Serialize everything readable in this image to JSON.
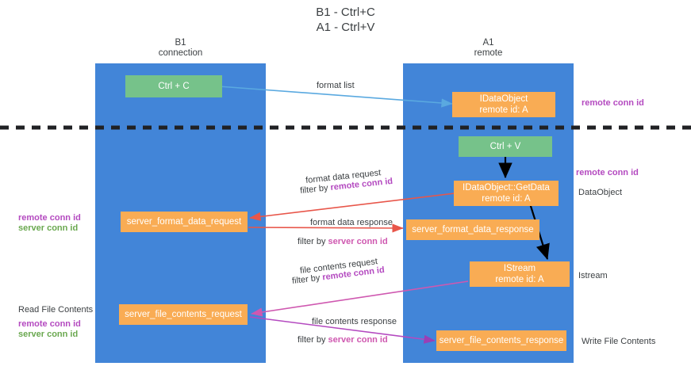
{
  "title": "B1 - Ctrl+C\nA1 - Ctrl+V",
  "colors": {
    "lane": "#4285d8",
    "node_green": "#76c28a",
    "node_orange": "#f9ac54",
    "remote_conn_id": "#b44ac0",
    "server_conn_id_green": "#6aa84f",
    "server_conn_id_pink": "#cf58b0",
    "arrow_blue": "#5aa9e0",
    "arrow_red": "#e8564a",
    "arrow_pink": "#cf58b0",
    "arrow_purple": "#9a3fb5",
    "arrow_black": "#000000",
    "separator": "#202124",
    "text": "#3c4043"
  },
  "lanes": [
    {
      "id": "b1",
      "title": "B1\nconnection"
    },
    {
      "id": "a1",
      "title": "A1\nremote"
    }
  ],
  "nodes": [
    {
      "id": "ctrl-c",
      "label": "Ctrl + C",
      "color": "green"
    },
    {
      "id": "idataobject",
      "label": "IDataObject\nremote id: A",
      "color": "orange"
    },
    {
      "id": "ctrl-v",
      "label": "Ctrl + V",
      "color": "green"
    },
    {
      "id": "idataobject-getdata",
      "label": "IDataObject::GetData\nremote id: A",
      "color": "orange"
    },
    {
      "id": "server-format-data-request",
      "label": "server_format_data_request",
      "color": "orange"
    },
    {
      "id": "server-format-data-response",
      "label": "server_format_data_response",
      "color": "orange"
    },
    {
      "id": "istream",
      "label": "IStream\nremote id: A",
      "color": "orange"
    },
    {
      "id": "server-file-contents-request",
      "label": "server_file_contents_request",
      "color": "orange"
    },
    {
      "id": "server-file-contents-response",
      "label": "server_file_contents_response",
      "color": "orange"
    }
  ],
  "edge_labels": {
    "format_list": "format list",
    "format_data_request": "format data request",
    "format_data_request_filter_prefix": "filter by ",
    "format_data_request_filter_key": "remote conn id",
    "format_data_response": "format data response",
    "format_data_response_filter_prefix": "filter by ",
    "format_data_response_filter_key": "server conn id",
    "file_contents_request": "file contents request",
    "file_contents_request_filter_prefix": "filter by ",
    "file_contents_request_filter_key": "remote conn id",
    "file_contents_response": "file contents response",
    "file_contents_response_filter_prefix": "filter by ",
    "file_contents_response_filter_key": "server conn id"
  },
  "side_labels": {
    "right_remote_conn_id_top": "remote conn id",
    "right_remote_conn_id_mid": "remote conn id",
    "right_dataobject": "DataObject",
    "right_istream": "Istream",
    "right_write_file_contents": "Write File Contents",
    "left_remote_conn_id": "remote conn id",
    "left_server_conn_id": "server conn id",
    "left_read_file_contents": "Read File Contents",
    "left_remote_conn_id_2": "remote conn id",
    "left_server_conn_id_2": "server conn id"
  }
}
